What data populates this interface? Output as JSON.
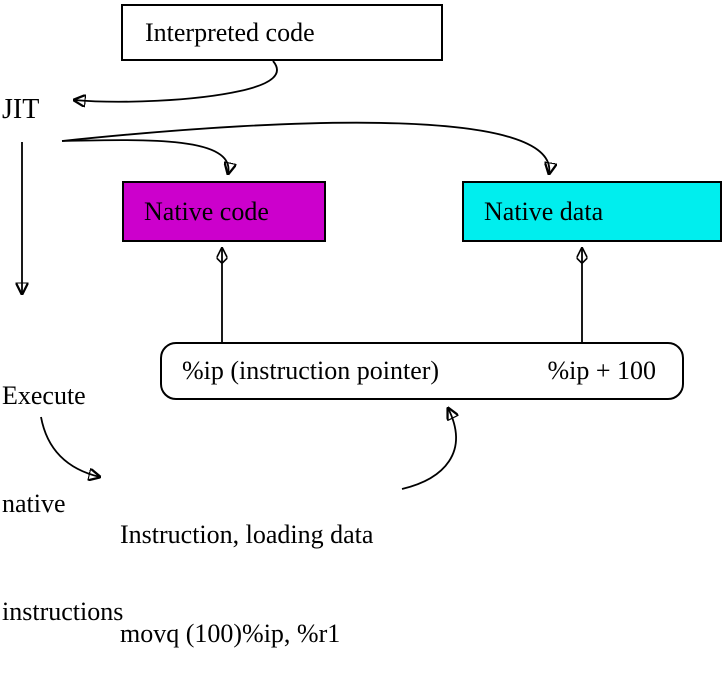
{
  "diagram": {
    "title_box": "Interpreted code",
    "jit_label": "JIT",
    "execute_lines": [
      "Execute",
      "native",
      "instructions"
    ],
    "native_code_label": "Native code",
    "native_data_label": "Native data",
    "ip_left_label": "%ip (instruction pointer)",
    "ip_right_label": "%ip + 100",
    "caption_lines": [
      "Instruction, loading data",
      "movq (100)%ip, %r1"
    ],
    "colors": {
      "native_code_fill": "#cc00cc",
      "native_data_fill": "#00eeee",
      "box_border": "#000000",
      "arrow": "#000000",
      "background": "#ffffff"
    }
  }
}
